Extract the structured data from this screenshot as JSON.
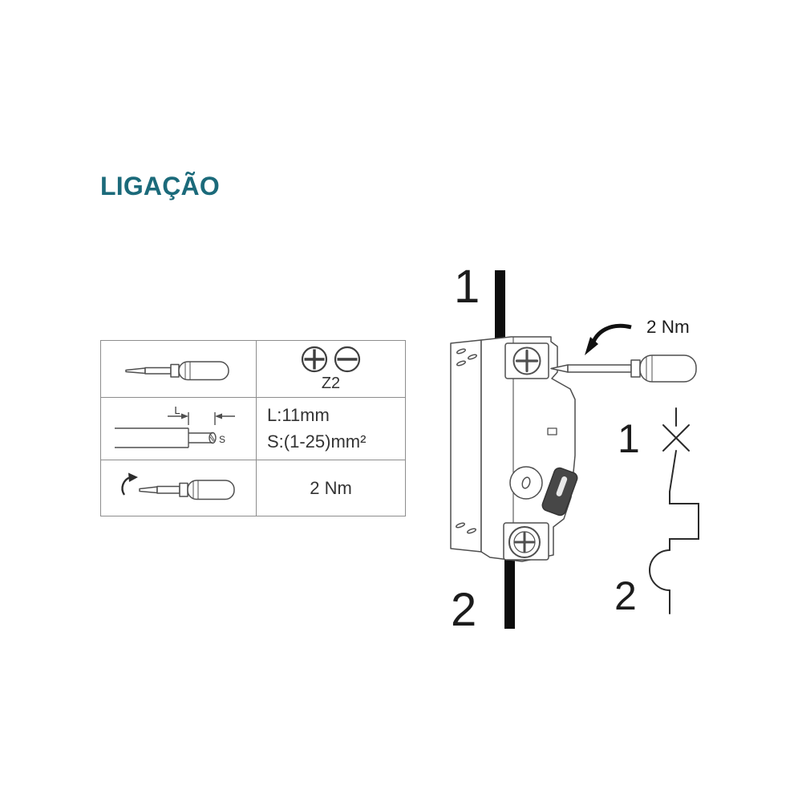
{
  "title": "LIGAÇÃO",
  "colors": {
    "accent": "#1b6a7a",
    "wire": "#0d0d0d",
    "line": "#4f4f4f"
  },
  "spec_table": {
    "rows": [
      {
        "name": "screwdriver-type",
        "value": "Z2"
      },
      {
        "name": "strip-dimensions",
        "dim_l": "L",
        "dim_s": "S",
        "length": "L:11mm",
        "section": "S:(1-25)mm²"
      },
      {
        "name": "tightening-torque",
        "value": "2 Nm"
      }
    ]
  },
  "diagram": {
    "torque_label": "2 Nm",
    "top_wire_number": "1",
    "bottom_wire_number": "2",
    "schematic_top_terminal": "1",
    "schematic_bottom_terminal": "2"
  }
}
